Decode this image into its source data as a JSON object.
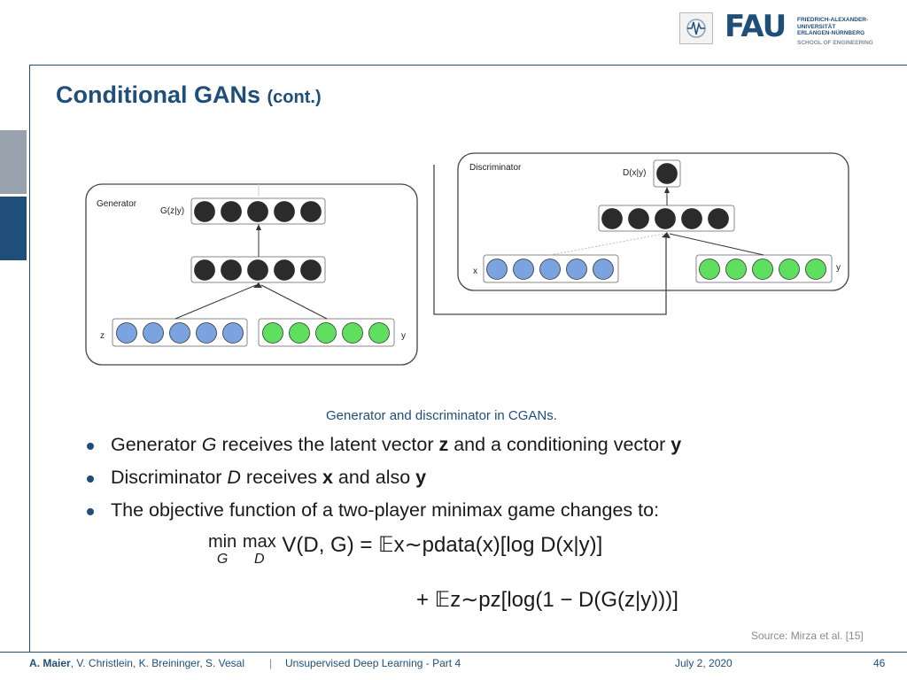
{
  "header": {
    "title": "Conditional GANs",
    "title_suffix": "(cont.)",
    "logo_text": "FAU",
    "university_name": [
      "FRIEDRICH-ALEXANDER-",
      "UNIVERSITÄT",
      "ERLANGEN-NÜRNBERG"
    ],
    "school": "SCHOOL OF ENGINEERING"
  },
  "figure": {
    "caption": "Generator and discriminator in CGANs.",
    "generator": {
      "box_label": "Generator",
      "output_label": "G(z|y)",
      "z_label": "z",
      "y_label": "y"
    },
    "discriminator": {
      "box_label": "Discriminator",
      "output_label": "D(x|y)",
      "x_label": "x",
      "y_label": "y"
    },
    "colors": {
      "dark_node": "#2b2b2b",
      "blue_node": "#7ba3e0",
      "green_node": "#5ee05e",
      "box_stroke": "#444444"
    }
  },
  "bullets": [
    [
      "Generator ",
      "G",
      " receives the latent vector ",
      "z",
      " and a conditioning vector ",
      "y"
    ],
    [
      "Discriminator ",
      "D",
      " receives ",
      "x",
      " and also ",
      "y"
    ],
    [
      "The objective function of a two-player minimax game changes to:"
    ]
  ],
  "equation": {
    "min": "min",
    "min_under": "G",
    "max": "max",
    "max_under": "D",
    "line1": "V(D, G) = 𝔼x∼pdata(x)[log D(x|y)]",
    "line2": "+ 𝔼z∼pz[log(1 − D(G(z|y)))]"
  },
  "source": "Source: Mirza et al. [15]",
  "footer": {
    "authors_bold": "A. Maier",
    "authors_rest": ", V. Christlein, K. Breininger, S. Vesal",
    "separator": "|",
    "lecture": "Unsupervised Deep Learning - Part 4",
    "date": "July 2, 2020",
    "page": "46"
  }
}
